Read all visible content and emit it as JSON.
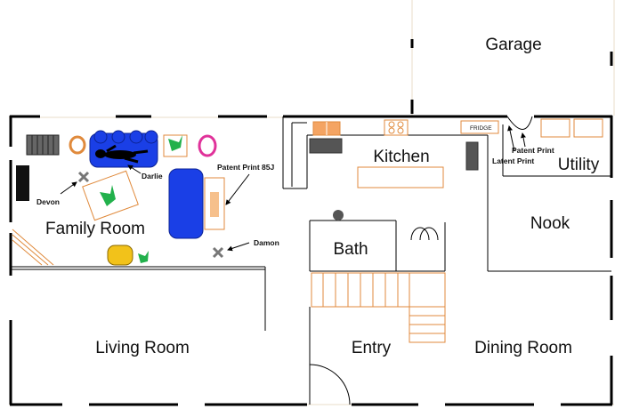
{
  "rooms": {
    "garage": "Garage",
    "kitchen": "Kitchen",
    "utility": "Utility",
    "nook": "Nook",
    "family_room": "Family Room",
    "bath": "Bath",
    "living_room": "Living Room",
    "entry": "Entry",
    "dining_room": "Dining Room"
  },
  "annotations": {
    "darlie": "Darlie",
    "devon": "Devon",
    "damon": "Damon",
    "patent_print_85j": "Patent Print 85J",
    "patent_print": "Patent Print",
    "latent_print": "Latent Print",
    "fridge": "FRIDGE"
  },
  "colors": {
    "wall": "#000000",
    "furniture_outline": "#e08a3c",
    "furniture_fill": "#f6c08c",
    "couch": "#1a3fe6",
    "chair": "#f2c21a",
    "plant": "#22b14c",
    "pink": "#e0329a",
    "marker": "#777777"
  },
  "icons": [
    "body-outline-icon",
    "x-marker-icon",
    "plant-icon",
    "arrow-icon"
  ]
}
